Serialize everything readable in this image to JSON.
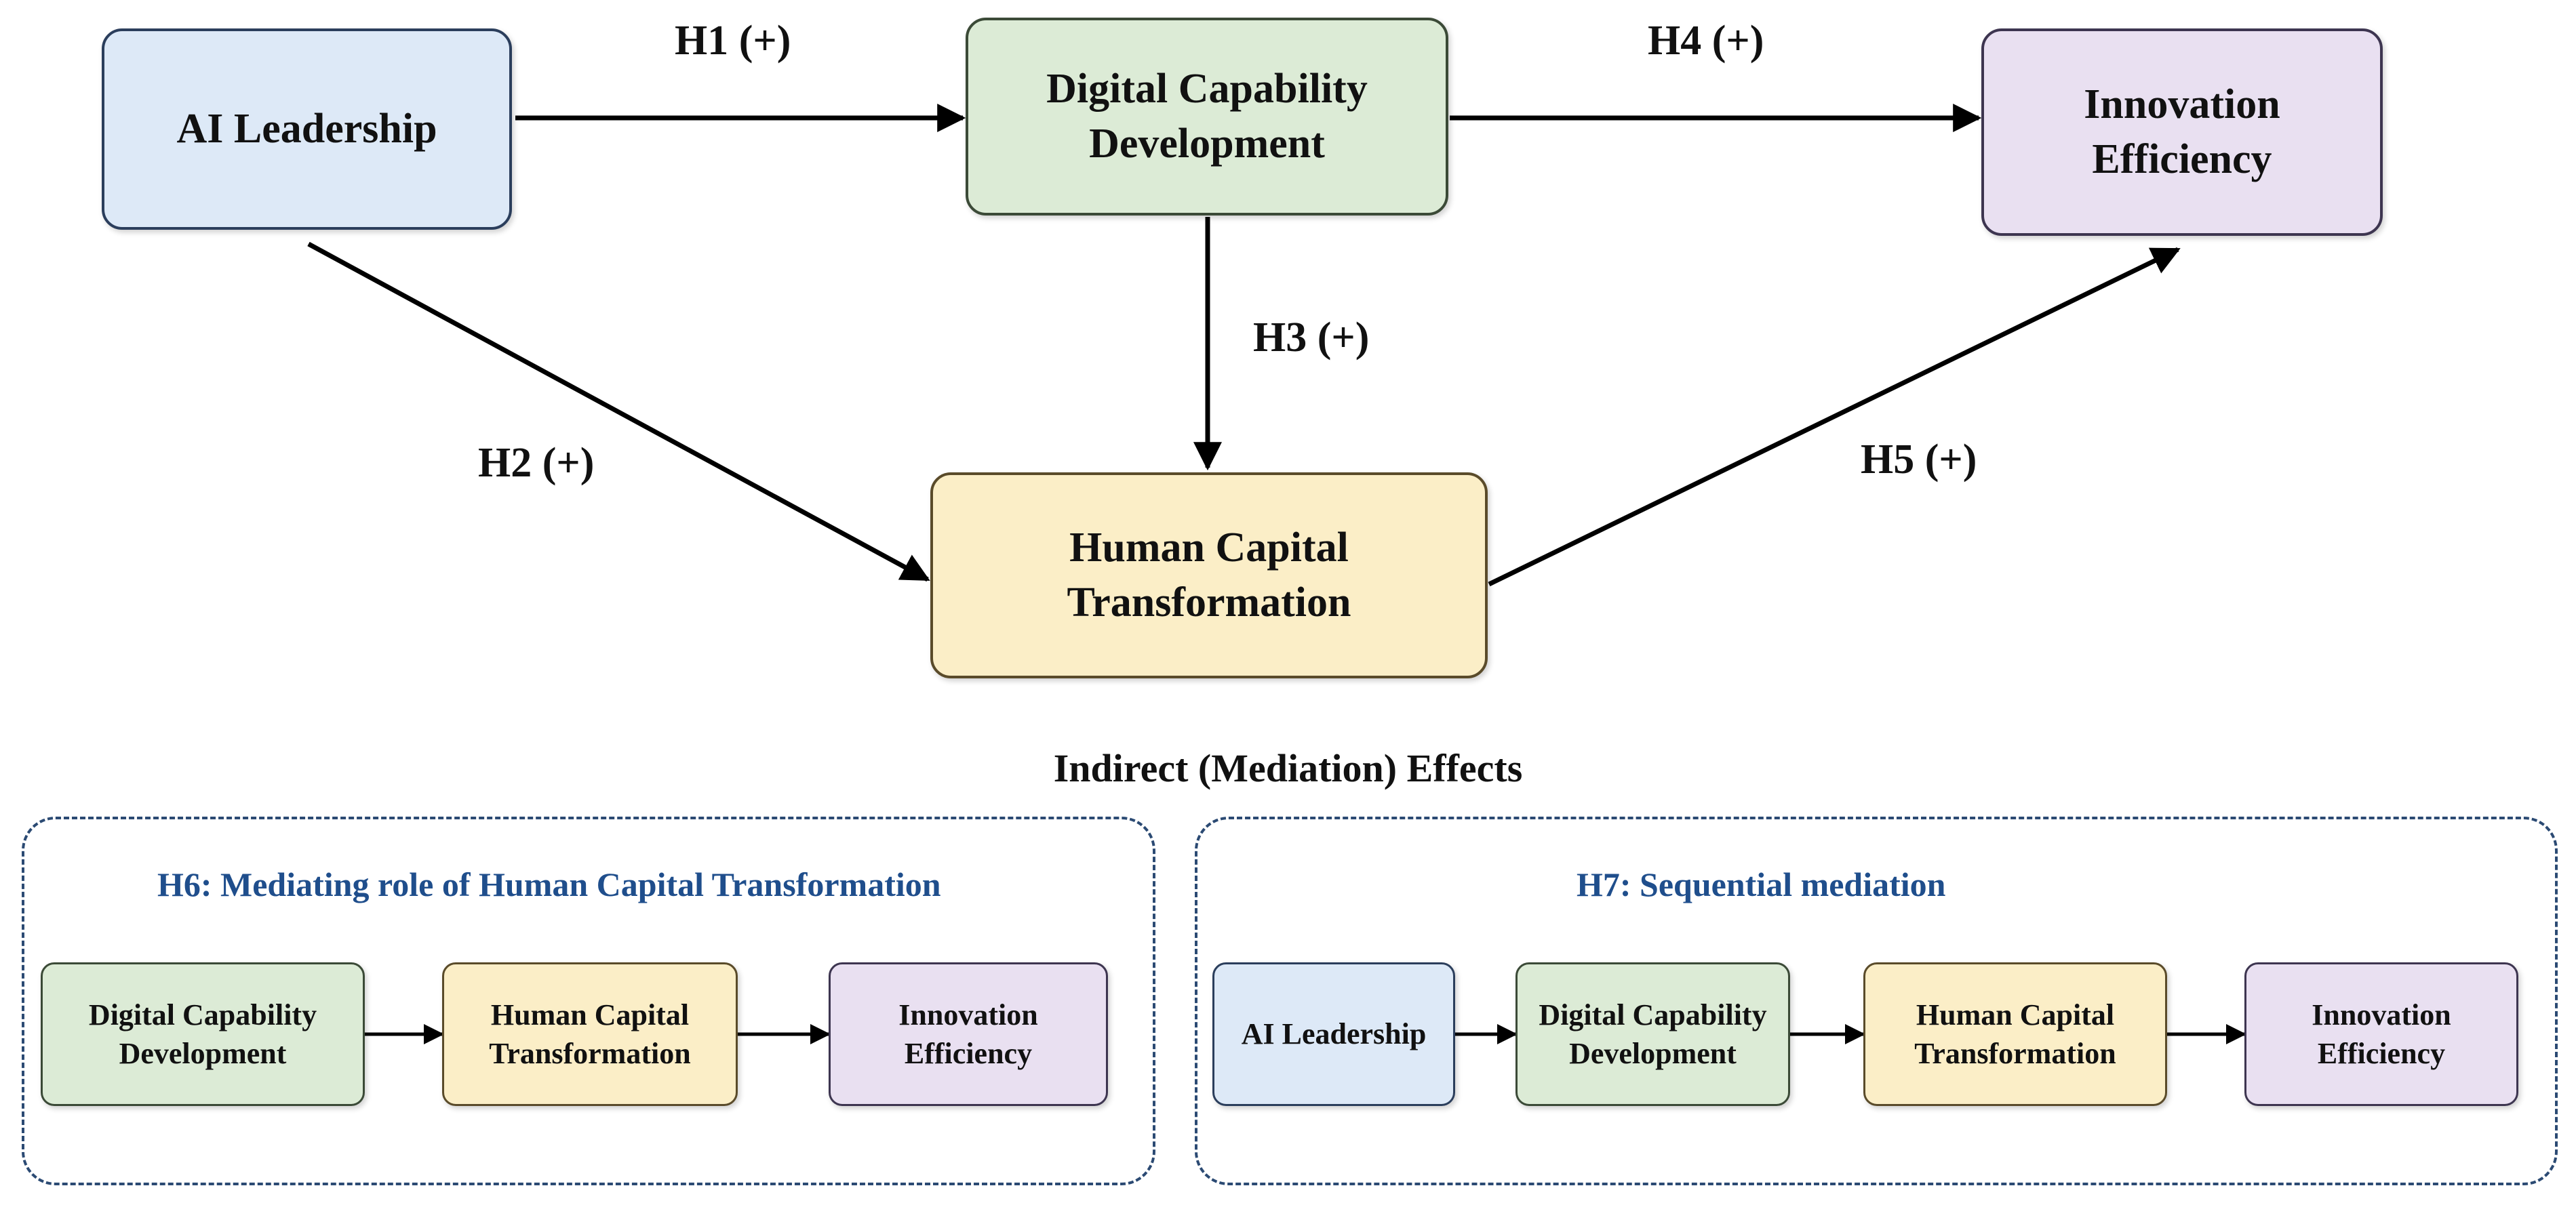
{
  "nodes": {
    "ai_leadership": "AI Leadership",
    "digital_capability": "Digital Capability\nDevelopment",
    "innovation_efficiency": "Innovation\nEfficiency",
    "human_capital": "Human Capital\nTransformation"
  },
  "hypotheses": {
    "h1": "H1 (+)",
    "h2": "H2 (+)",
    "h3": "H3 (+)",
    "h4": "H4 (+)",
    "h5": "H5 (+)"
  },
  "mediation": {
    "title": "Indirect (Mediation) Effects",
    "h6": {
      "title": "H6: Mediating role of Human Capital Transformation",
      "steps": [
        "Digital Capability\nDevelopment",
        "Human Capital\nTransformation",
        "Innovation\nEfficiency"
      ]
    },
    "h7": {
      "title": "H7: Sequential mediation",
      "steps": [
        "AI Leadership",
        "Digital Capability\nDevelopment",
        "Human Capital\nTransformation",
        "Innovation\nEfficiency"
      ]
    }
  },
  "colors": {
    "blue": "#dde9f7",
    "green": "#dcebd6",
    "yellow": "#fbeec7",
    "purple": "#e9e0f1",
    "panel_border": "#2b4a73",
    "panel_title": "#1f4e8c"
  }
}
